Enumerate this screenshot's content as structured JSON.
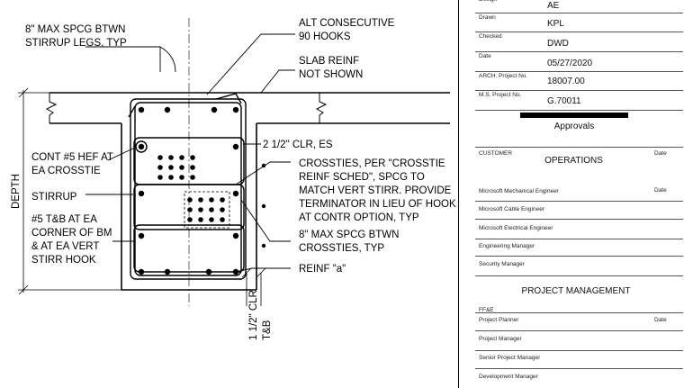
{
  "drawing": {
    "labels": {
      "max_spcg_1": "8\" MAX SPCG BTWN",
      "max_spcg_2": "STIRRUP LEGS, TYP",
      "alt_hooks_1": "ALT CONSECUTIVE",
      "alt_hooks_2": "90 HOOKS",
      "slab_1": "SLAB REINF",
      "slab_2": "NOT SHOWN",
      "clr_es": "2 1/2\" CLR, ES",
      "cont_1": "CONT #5 HEF AT",
      "cont_2": "EA CROSSTIE",
      "crossties_1": "CROSSTIES, PER \"CROSSTIE",
      "crossties_2": "REINF SCHED\", SPCG TO",
      "crossties_3": "MATCH VERT STIRR.  PROVIDE",
      "crossties_4": "TERMINATOR IN LIEU OF HOOK",
      "crossties_5": "AT CONTR OPTION, TYP",
      "stirrup": "STIRRUP",
      "tb_1": "#5 T&B AT EA",
      "tb_2": "CORNER OF BM",
      "tb_3": "& AT EA VERT",
      "tb_4": "STIRR HOOK",
      "max_cross_1": "8\" MAX SPCG BTWN",
      "max_cross_2": "CROSSTIES, TYP",
      "reinf_a": "REINF \"a\"",
      "depth": "DEPTH",
      "clr_tb_1": "1 1/2\" CLR",
      "clr_tb_2": "T&B"
    }
  },
  "title_block": {
    "rows": [
      {
        "key": "Design",
        "value": "AE"
      },
      {
        "key": "Drawn",
        "value": "KPL"
      },
      {
        "key": "Checked",
        "value": "DWD"
      },
      {
        "key": "Date",
        "value": "05/27/2020"
      },
      {
        "key": "ARCH. Project No.",
        "value": "18007.00"
      },
      {
        "key": "M.S. Project No.",
        "value": "G.70011"
      }
    ],
    "approvals": "Approvals",
    "customer": "CUSTOMER",
    "operations": "OPERATIONS",
    "date_label": "Date",
    "ops_signers": [
      "Microsoft Mechanical Engineer",
      "Microsoft Cable Engineer",
      "Microsoft Electrical Engineer",
      "Engineering Manager",
      "Security Manager"
    ],
    "project_management": "PROJECT MANAGEMENT",
    "ffe": "FF&E",
    "pm_signers": [
      "Project Planner",
      "Project Manager",
      "Senior Project Manager",
      "Development Manager"
    ]
  }
}
